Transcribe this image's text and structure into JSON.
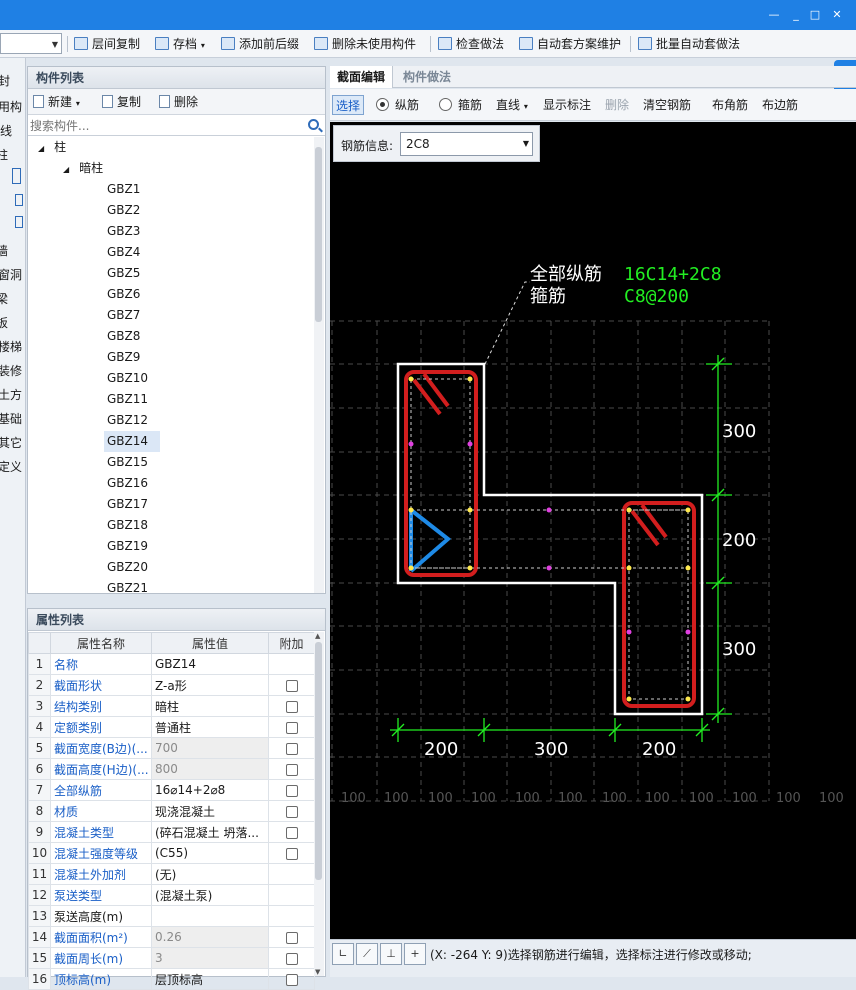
{
  "toolbar": {
    "floor_copy": "层间复制",
    "save": "存档",
    "add_prefix": "添加前后缀",
    "delete_unused": "删除未使用构件",
    "check_method": "检查做法",
    "auto_scheme": "自动套方案维护",
    "batch_auto": "批量自动套做法"
  },
  "left_strip": [
    "封",
    "用构",
    "线",
    "柱",
    "墙",
    "窗洞",
    "梁",
    "板",
    "楼梯",
    "装修",
    "土方",
    "基础",
    "其它",
    "定义"
  ],
  "component_panel": {
    "title": "构件列表",
    "new_label": "新建",
    "copy_label": "复制",
    "delete_label": "删除",
    "search_placeholder": "搜索构件...",
    "root": "柱",
    "group": "暗柱",
    "items": [
      "GBZ1",
      "GBZ2",
      "GBZ3",
      "GBZ4",
      "GBZ5",
      "GBZ6",
      "GBZ7",
      "GBZ8",
      "GBZ9",
      "GBZ10",
      "GBZ11",
      "GBZ12",
      "GBZ14",
      "GBZ15",
      "GBZ16",
      "GBZ17",
      "GBZ18",
      "GBZ19",
      "GBZ20",
      "GBZ21"
    ],
    "selected": "GBZ14"
  },
  "property_panel": {
    "title": "属性列表",
    "headers": [
      "属性名称",
      "属性值",
      "附加"
    ],
    "rows": [
      {
        "n": "1",
        "name": "名称",
        "value": "GBZ14",
        "check": false
      },
      {
        "n": "2",
        "name": "截面形状",
        "value": "Z-a形",
        "check": true
      },
      {
        "n": "3",
        "name": "结构类别",
        "value": "暗柱",
        "check": true
      },
      {
        "n": "4",
        "name": "定额类别",
        "value": "普通柱",
        "check": true
      },
      {
        "n": "5",
        "name": "截面宽度(B边)(...",
        "value": "700",
        "check": true,
        "grey": true
      },
      {
        "n": "6",
        "name": "截面高度(H边)(...",
        "value": "800",
        "check": true,
        "grey": true
      },
      {
        "n": "7",
        "name": "全部纵筋",
        "value": "16⌀14+2⌀8",
        "check": true
      },
      {
        "n": "8",
        "name": "材质",
        "value": "现浇混凝土",
        "check": true
      },
      {
        "n": "9",
        "name": "混凝土类型",
        "value": "(碎石混凝土 坍落...",
        "check": true
      },
      {
        "n": "10",
        "name": "混凝土强度等级",
        "value": "(C55)",
        "check": true
      },
      {
        "n": "11",
        "name": "混凝土外加剂",
        "value": "(无)",
        "check": false
      },
      {
        "n": "12",
        "name": "泵送类型",
        "value": "(混凝土泵)",
        "check": false
      },
      {
        "n": "13",
        "name": "泵送高度(m)",
        "value": "",
        "check": false,
        "plain": true
      },
      {
        "n": "14",
        "name": "截面面积(m²)",
        "value": "0.26",
        "check": true,
        "grey": true
      },
      {
        "n": "15",
        "name": "截面周长(m)",
        "value": "3",
        "check": true,
        "grey": true
      },
      {
        "n": "16",
        "name": "顶标高(m)",
        "value": "层顶标高",
        "check": true
      }
    ]
  },
  "tabs": {
    "section_edit": "截面编辑",
    "component_method": "构件做法"
  },
  "edit_toolbar": {
    "select": "选择",
    "longitudinal": "纵筋",
    "stirrup": "箍筋",
    "straight": "直线",
    "show_label": "显示标注",
    "delete": "删除",
    "clear": "清空钢筋",
    "corner": "布角筋",
    "edge": "布边筋"
  },
  "rebar_info": {
    "label": "钢筋信息:",
    "value": "2C8"
  },
  "drawing": {
    "label_long": "全部纵筋",
    "label_stirrup": "箍筋",
    "value_long": "16C14+2C8",
    "value_stirrup": "C8@200",
    "dim_right": [
      "300",
      "200",
      "300"
    ],
    "dim_bottom": [
      "200",
      "300",
      "200"
    ],
    "grid_labels": [
      "100",
      "100",
      "100",
      "100",
      "100",
      "100",
      "100",
      "100",
      "100",
      "100",
      "100",
      "100"
    ]
  },
  "status": {
    "text": "(X: -264 Y: 9)选择钢筋进行编辑，选择标注进行修改或移动;"
  }
}
